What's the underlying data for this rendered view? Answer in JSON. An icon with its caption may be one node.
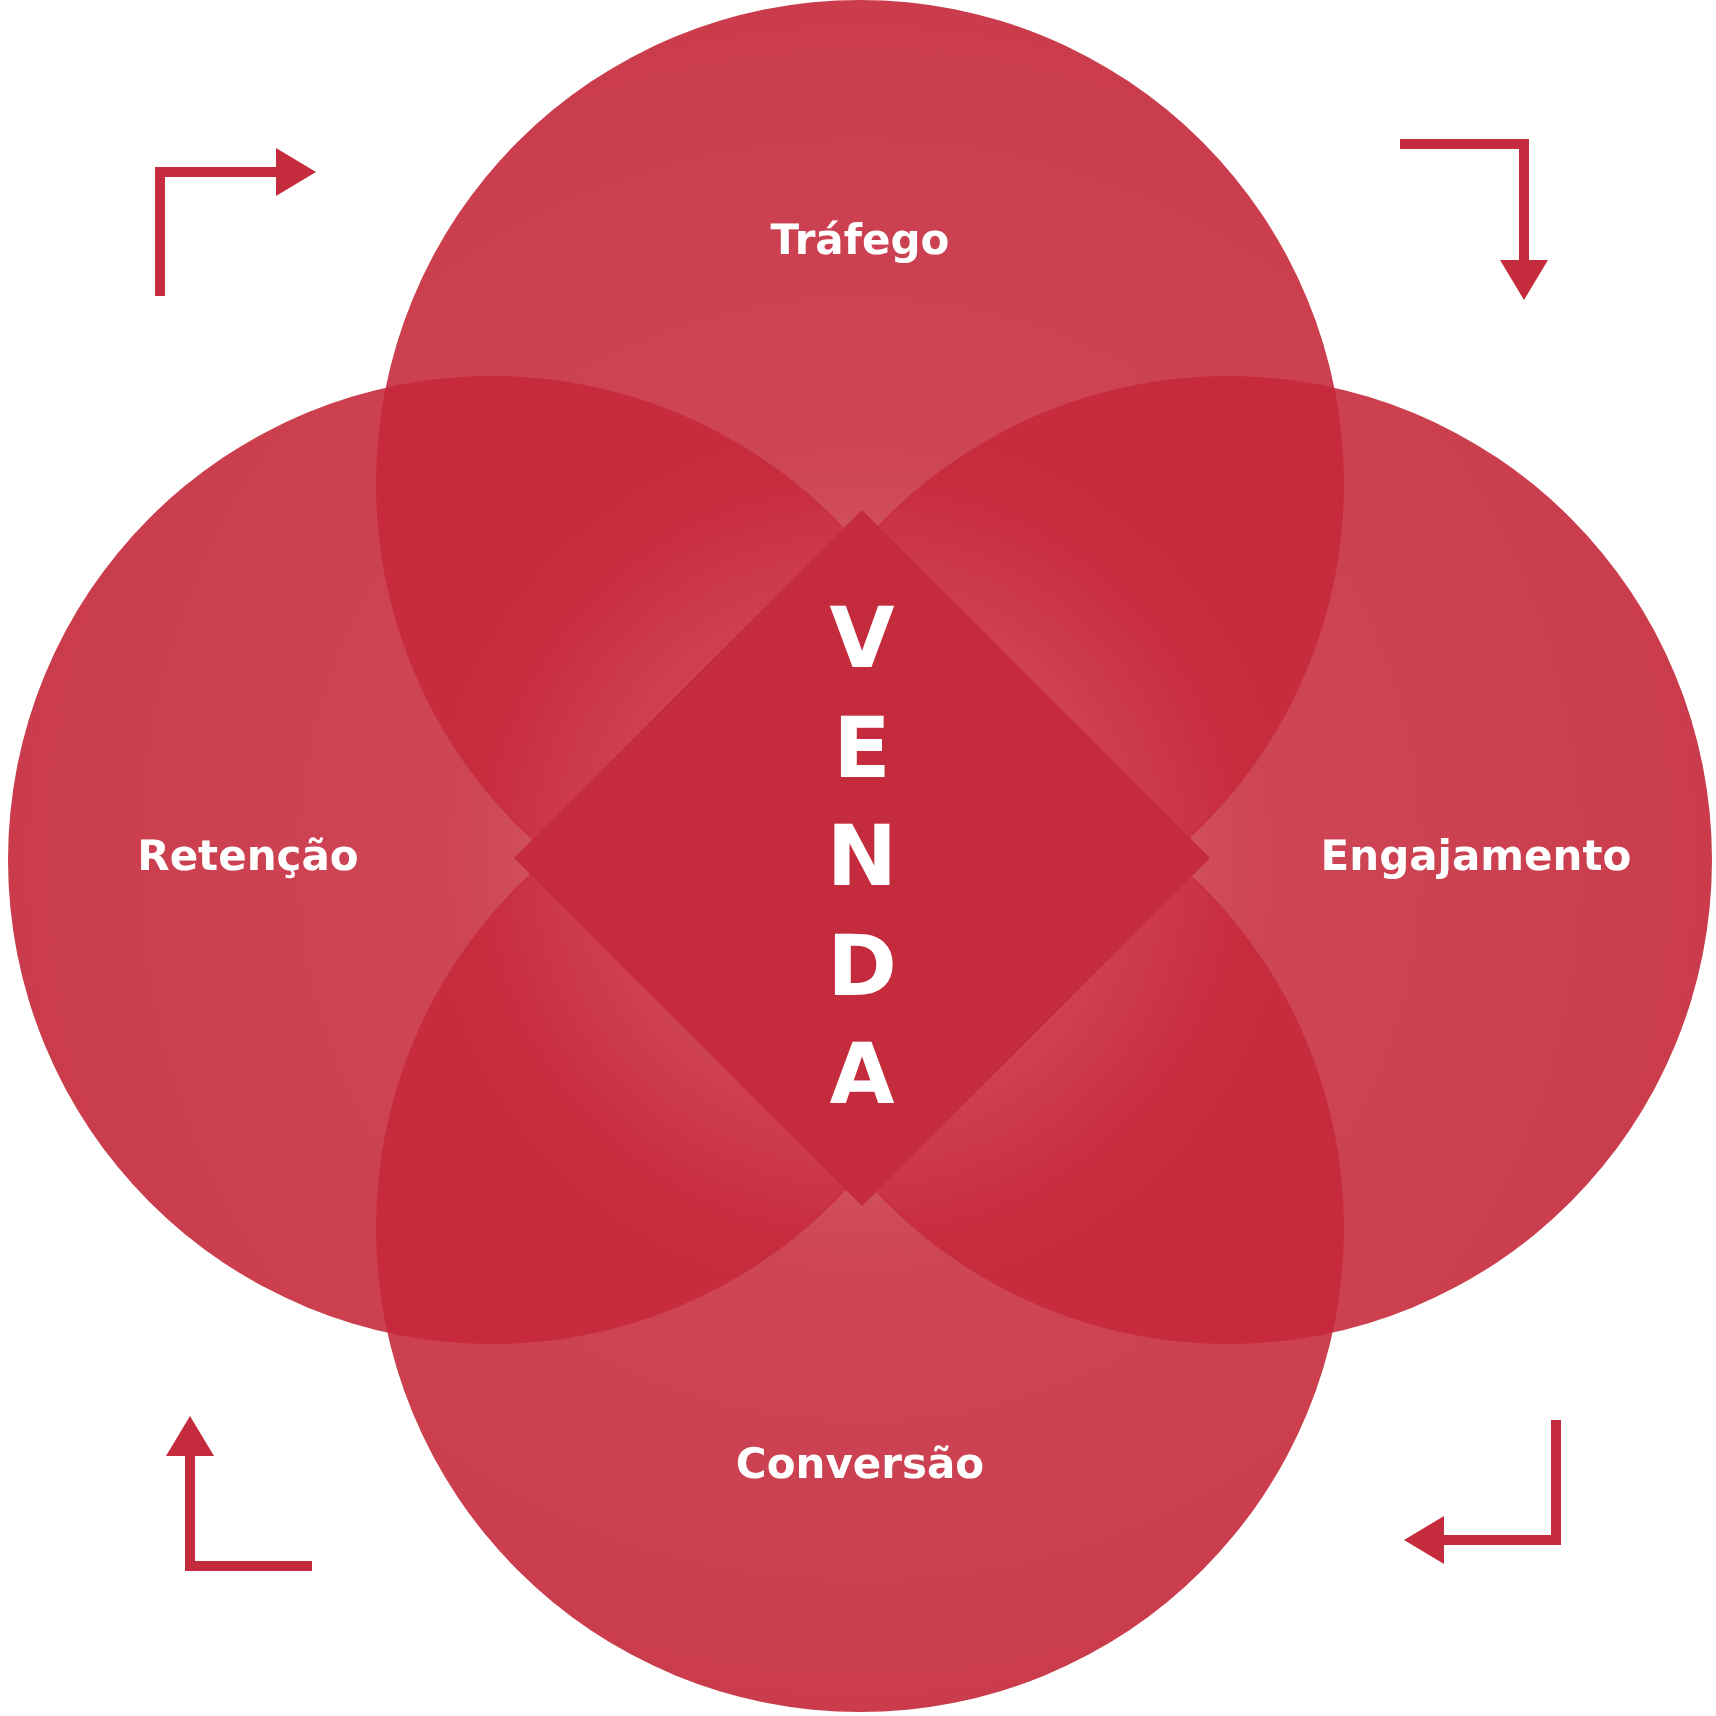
{
  "diagram": {
    "nodes": [
      {
        "text": [
          "Tráfego"
        ]
      },
      {
        "text": [
          "Engajamento"
        ]
      },
      {
        "text": [
          "Conversão"
        ]
      },
      {
        "text": [
          "Retenção"
        ]
      },
      {
        "text": [
          "VENDA"
        ]
      }
    ]
  }
}
